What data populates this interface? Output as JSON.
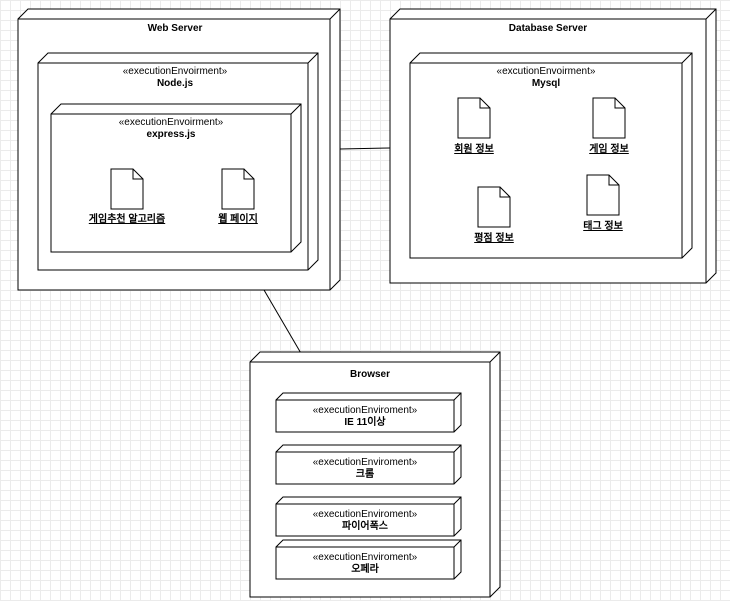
{
  "web_server": {
    "title": "Web Server",
    "nodejs": {
      "stereotype": "«executionEnvoirment»",
      "name": "Node.js"
    },
    "express": {
      "stereotype": "«executionEnvoirment»",
      "name": "express.js",
      "documents": [
        "게임추천 알고리즘",
        "웹 페이지"
      ]
    }
  },
  "database_server": {
    "title": "Database Server",
    "mysql": {
      "stereotype": "«excutionEnvoirment»",
      "name": "Mysql",
      "documents": [
        "회원 정보",
        "게임 정보",
        "평점 정보",
        "태그 정보"
      ]
    }
  },
  "browser": {
    "title": "Browser",
    "environments": [
      {
        "stereotype": "«executionEnviroment»",
        "name": "IE 11이상"
      },
      {
        "stereotype": "«executionEnviroment»",
        "name": "크롬"
      },
      {
        "stereotype": "«executionEnviroment»",
        "name": "파이어폭스"
      },
      {
        "stereotype": "«executionEnviroment»",
        "name": "오페라"
      }
    ]
  }
}
